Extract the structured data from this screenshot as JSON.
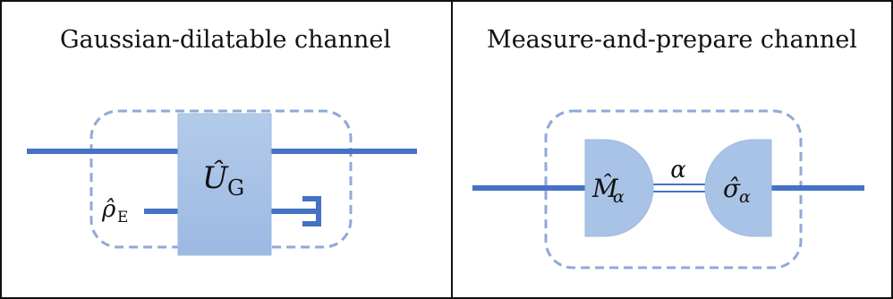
{
  "panels": [
    {
      "title": "Gaussian-dilatable channel",
      "unitary_symbol": "Û",
      "unitary_subscript": "G",
      "environment_symbol": "ρ̂",
      "environment_subscript": "E"
    },
    {
      "title": "Measure-and-prepare channel",
      "measurement_symbol": "M̂",
      "measurement_subscript": "α",
      "classical_label": "α",
      "preparation_symbol": "σ̂",
      "preparation_subscript": "α"
    }
  ],
  "colors": {
    "wire": "#4472c4",
    "box_fill": "#a9c3e6",
    "box_stroke": "#9bb8df",
    "dashed_border": "#8fa9d9",
    "frame": "#111111"
  }
}
